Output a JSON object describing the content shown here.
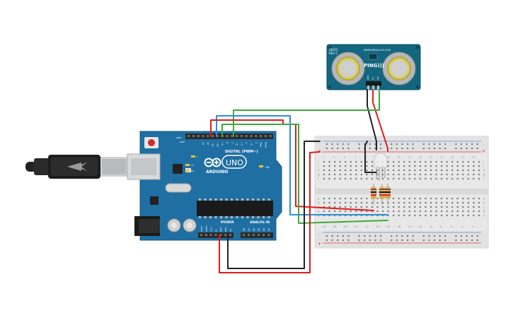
{
  "arduino": {
    "brand": "ARDUINO",
    "model": "UNO",
    "digital_label": "DIGITAL (PWM~)",
    "power_label": "POWER",
    "analog_label": "ANALOG IN",
    "on_label": "ON",
    "tx_label": "TX",
    "rx_label": "RX",
    "l_label": "L",
    "aref_label": "AREF",
    "gnd_label": "GND",
    "digital_pins": [
      "13",
      "12",
      "~11",
      "~10",
      "~9",
      "8",
      "7",
      "~6",
      "~5",
      "4",
      "~3",
      "2",
      "TX▸1",
      "RX◂0"
    ],
    "power_pins": [
      "IOREF",
      "RESET",
      "3.3V",
      "5V",
      "GND",
      "GND",
      "Vin"
    ],
    "analog_pins": [
      "A0",
      "A1",
      "A2",
      "A3",
      "A4",
      "A5"
    ]
  },
  "sensor": {
    "model_line1": "28015",
    "model_line2": "REV C",
    "url": "WWW.PARALLAX.COM",
    "name": "PING)))",
    "pin_labels": [
      "GND",
      "5V",
      "SIG"
    ]
  },
  "breadboard": {
    "col_numbers_top": [
      "1",
      "3",
      "5",
      "7",
      "9",
      "11",
      "13",
      "15",
      "17",
      "19",
      "21",
      "23",
      "25",
      "27",
      "29"
    ],
    "col_numbers_bottom": [
      "30",
      "28",
      "26",
      "24",
      "22",
      "20",
      "18",
      "16",
      "14",
      "12",
      "10",
      "8",
      "6",
      "4",
      "2"
    ],
    "row_letters_top": [
      "j",
      "i",
      "h",
      "g",
      "f"
    ],
    "row_letters_bottom": [
      "e",
      "d",
      "c",
      "b",
      "a"
    ],
    "plus": "+",
    "minus": "-"
  },
  "colors": {
    "board": "#1f6fa3",
    "sensor_pcb": "#13667f",
    "wire_red": "#e01b1b",
    "wire_black": "#222222",
    "wire_green": "#3daa3d",
    "wire_blue": "#2c8fd6",
    "breadboard": "#e8e8e8"
  }
}
